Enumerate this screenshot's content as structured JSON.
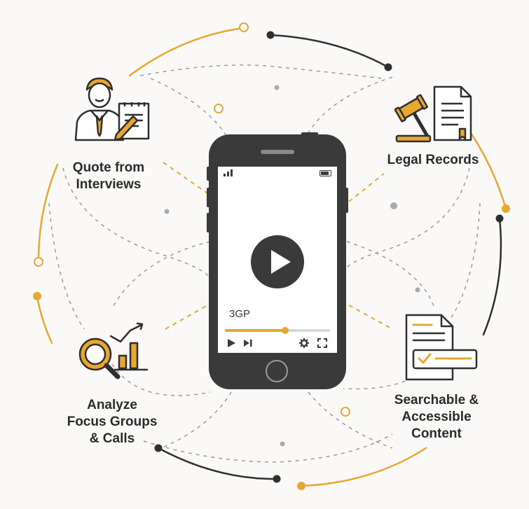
{
  "colors": {
    "accent": "#e8a730",
    "dark": "#2f2f2f",
    "dash": "#9a9a9a"
  },
  "features": [
    {
      "label": "Quote from\nInterviews",
      "icon": "interviewer-with-notepad-icon"
    },
    {
      "label": "Legal Records",
      "icon": "gavel-document-icon"
    },
    {
      "label": "Analyze\nFocus Groups\n& Calls",
      "icon": "magnifier-chart-icon"
    },
    {
      "label": "Searchable &\nAccessible\nContent",
      "icon": "checked-document-icon"
    }
  ],
  "phone": {
    "format_label": "3GP",
    "progress": 0.57,
    "controls": [
      "play-icon",
      "skip-next-icon",
      "settings-icon",
      "fullscreen-icon"
    ]
  }
}
